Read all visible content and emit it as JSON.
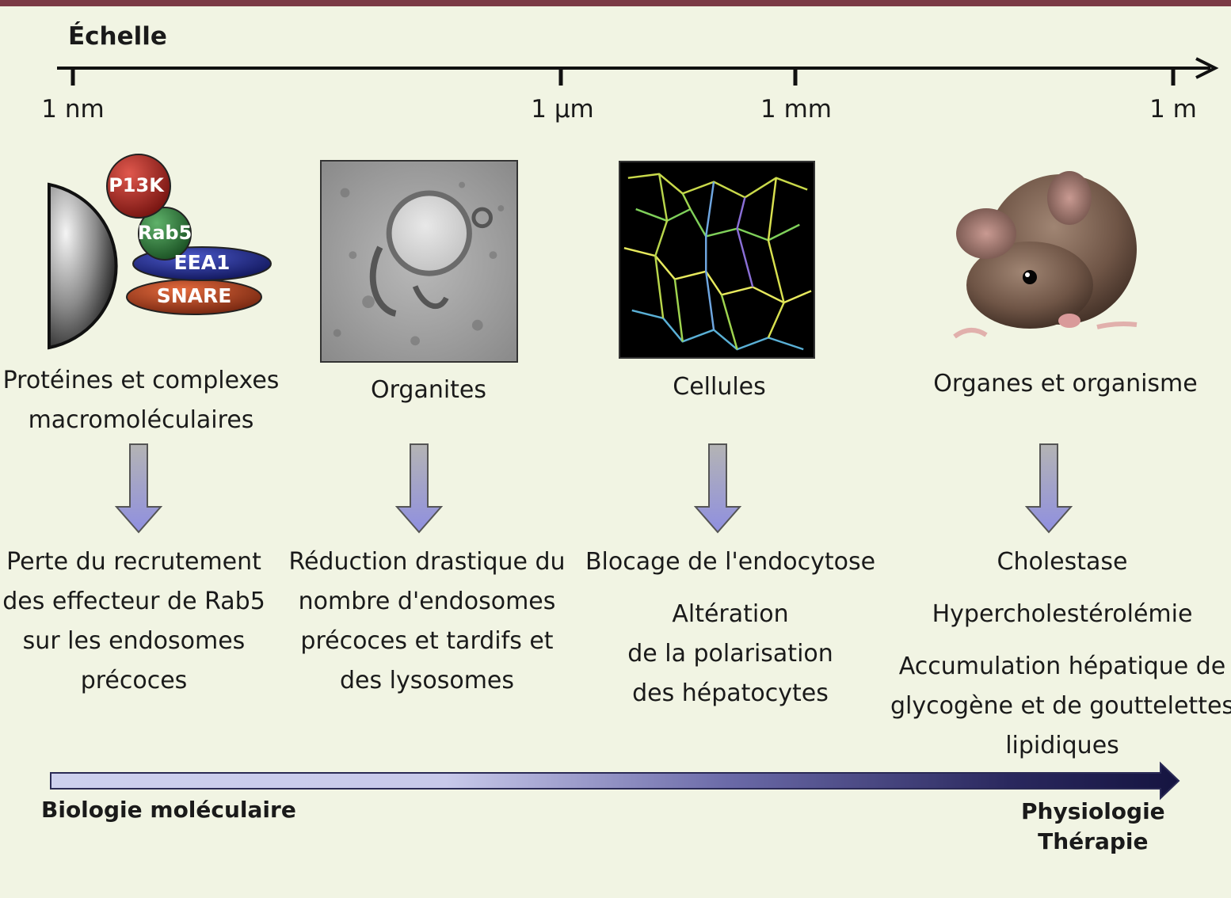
{
  "scale": {
    "title": "Échelle",
    "ticks": [
      "1 nm",
      "1 µm",
      "1 mm",
      "1 m"
    ]
  },
  "protein_complex": {
    "labels": [
      "P13K",
      "Rab5",
      "EEA1",
      "SNARE"
    ]
  },
  "levels": [
    {
      "label_lines": [
        "Protéines et complexes",
        "macromoléculaires"
      ]
    },
    {
      "label_lines": [
        "Organites"
      ]
    },
    {
      "label_lines": [
        "Cellules"
      ]
    },
    {
      "label_lines": [
        "Organes et organisme"
      ]
    }
  ],
  "effects": [
    {
      "lines": [
        "Perte du recrutement",
        "des effecteur de Rab5",
        "sur les endosomes",
        "précoces"
      ]
    },
    {
      "lines": [
        "Réduction drastique du",
        "nombre d'endosomes",
        "précoces et tardifs et",
        "des lysosomes"
      ]
    },
    {
      "blocks": [
        [
          "Blocage de l'endocytose"
        ],
        [
          "Altération",
          "de la polarisation",
          "des hépatocytes"
        ]
      ]
    },
    {
      "blocks": [
        [
          "Cholestase"
        ],
        [
          "Hypercholestérolémie"
        ],
        [
          "Accumulation hépatique de",
          "glycogène et de gouttelettes",
          "lipidiques"
        ]
      ]
    }
  ],
  "bottom": {
    "left": "Biologie moléculaire",
    "right_lines": [
      "Physiologie",
      "Thérapie"
    ]
  },
  "colors": {
    "top_bar": "#7b3a45",
    "background": "#f1f4e3",
    "gradient_start": "#cdd0ee",
    "gradient_end": "#1b1a4a",
    "p13k": "#a8231e",
    "rab5": "#2f7a3a",
    "eea1": "#1e2a8a",
    "snare": "#b5411f"
  }
}
